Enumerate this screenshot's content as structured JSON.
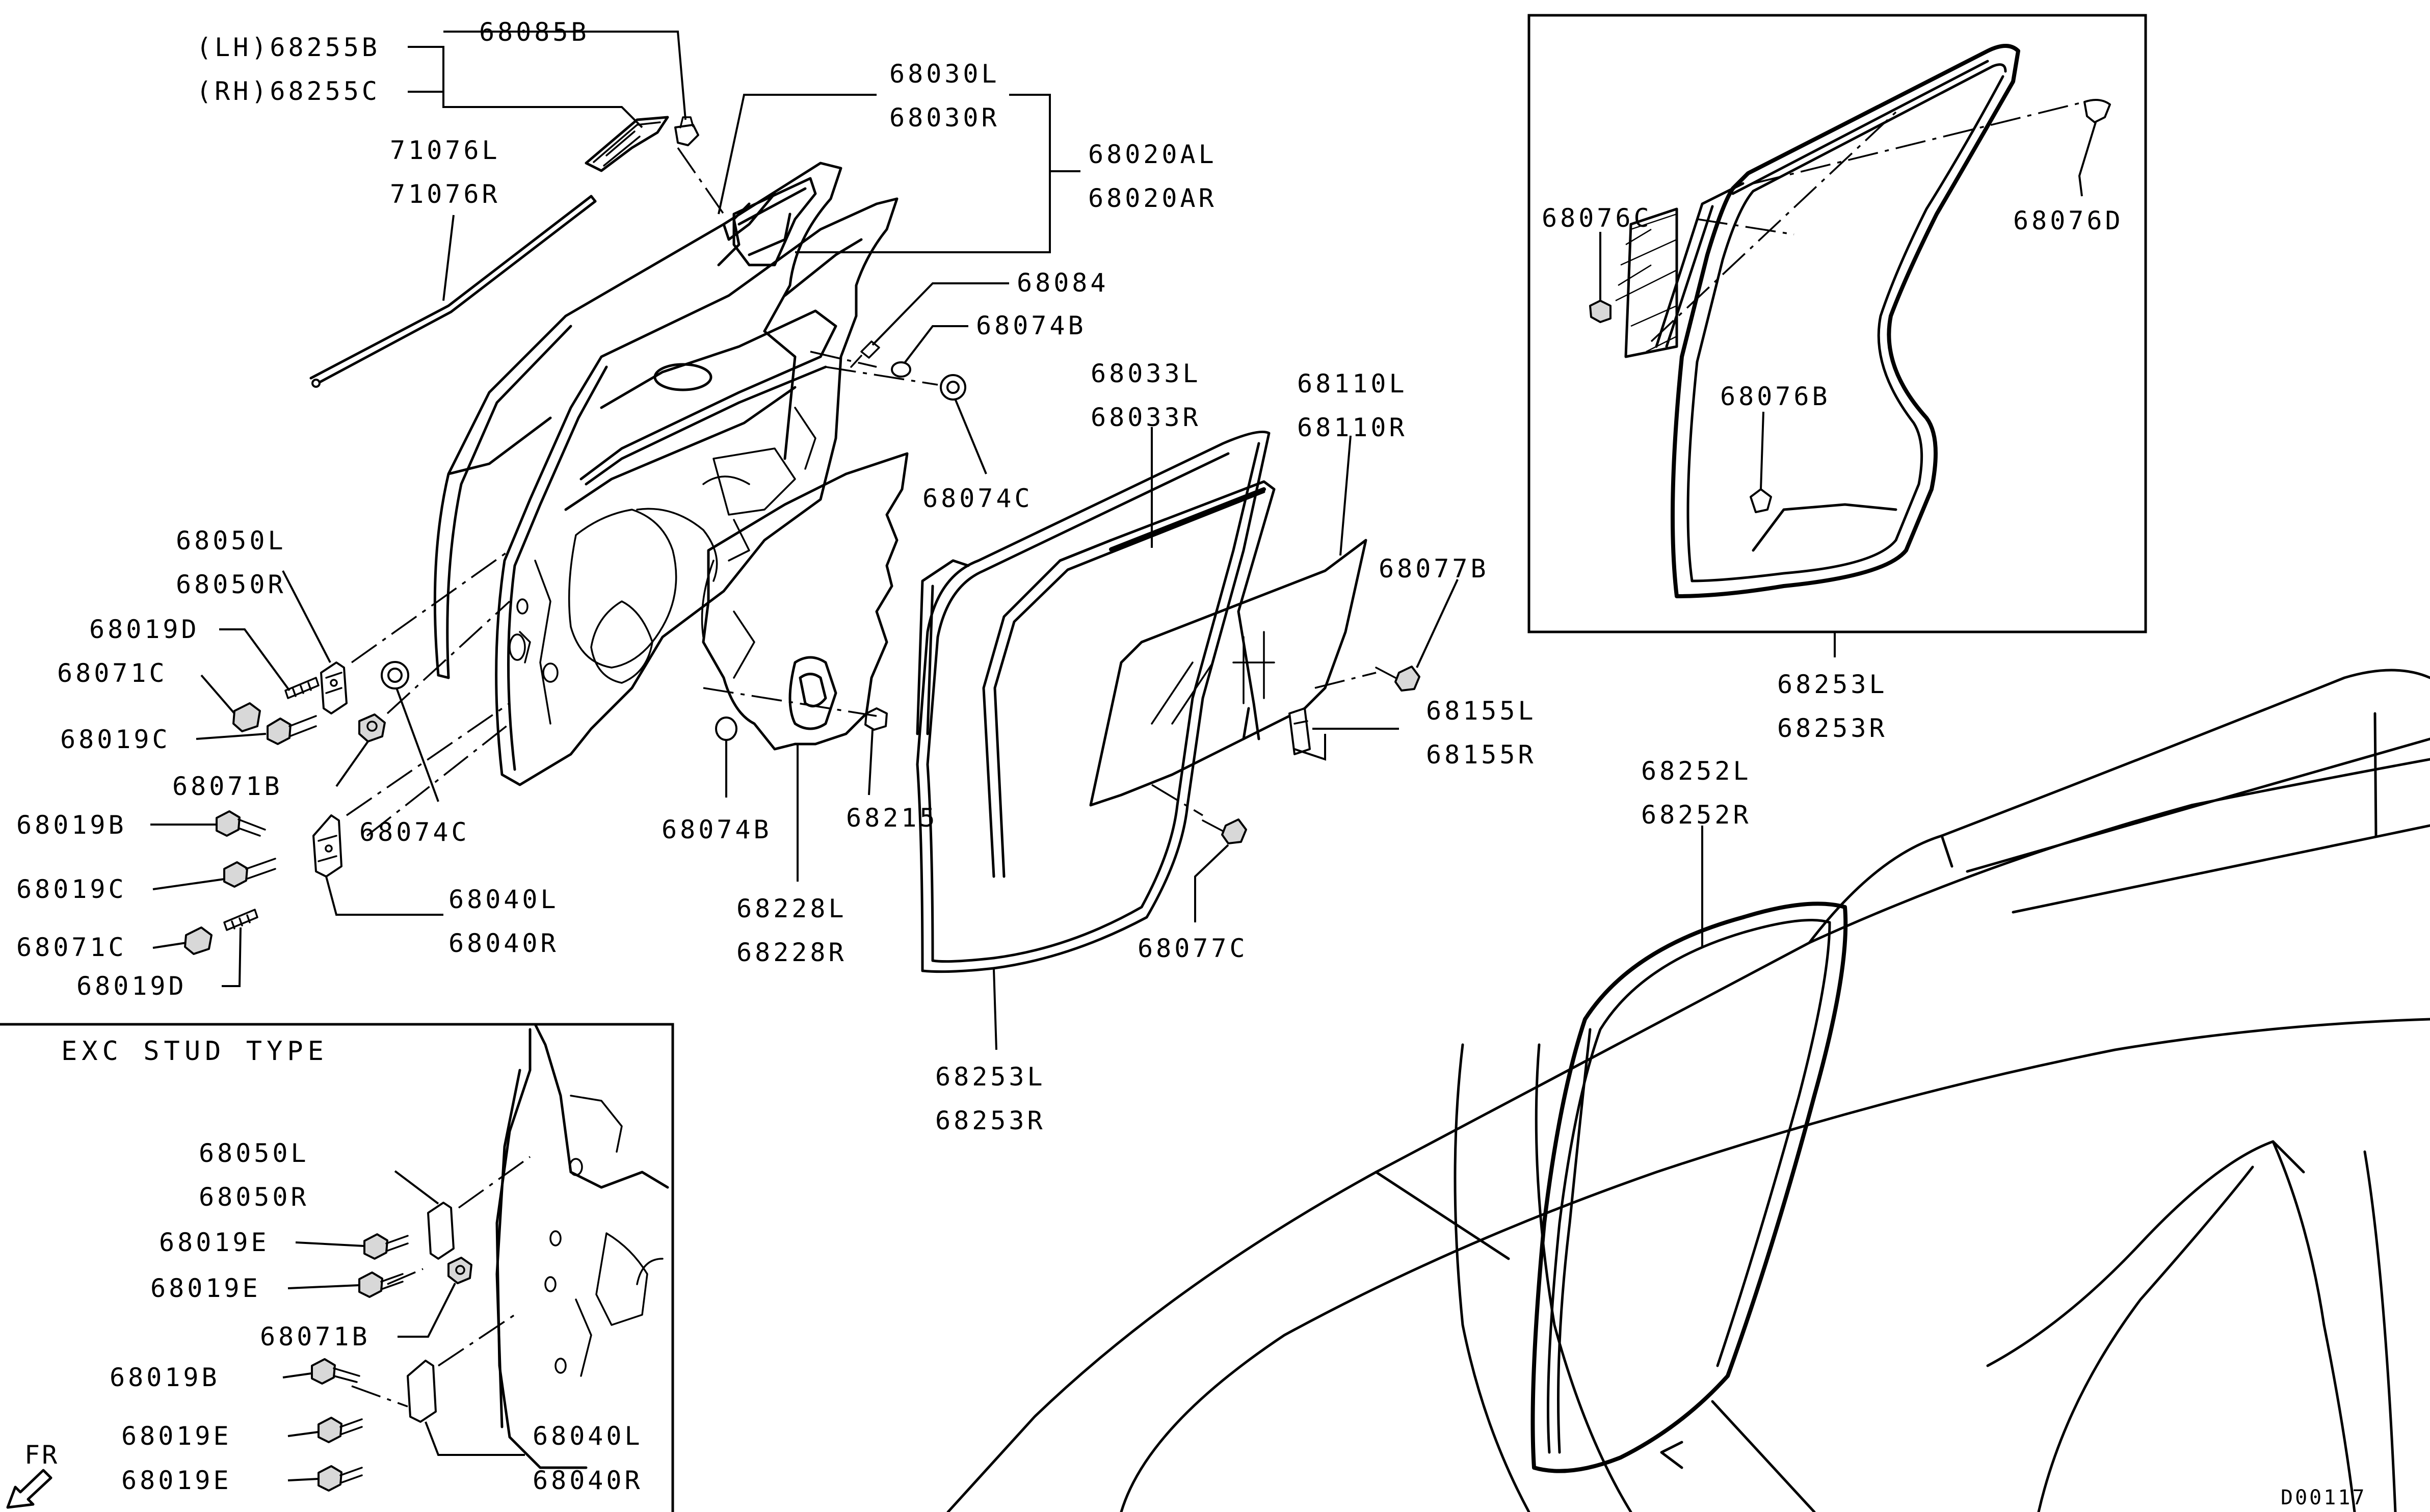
{
  "callouts": {
    "c68255_lh": "(LH)68255B",
    "c68255_rh": "(RH)68255C",
    "c68085b": "68085B",
    "c68030l": "68030L",
    "c68030r": "68030R",
    "c68020al": "68020AL",
    "c68020ar": "68020AR",
    "c71076l": "71076L",
    "c71076r": "71076R",
    "c68084": "68084",
    "c68074b_top": "68074B",
    "c68033l": "68033L",
    "c68033r": "68033R",
    "c68110l": "68110L",
    "c68110r": "68110R",
    "c68074c_right": "68074C",
    "c68050l": "68050L",
    "c68050r": "68050R",
    "c68019d_top": "68019D",
    "c68071c_top": "68071C",
    "c68019c_top": "68019C",
    "c68071b": "68071B",
    "c68077b": "68077B",
    "c68155l": "68155L",
    "c68155r": "68155R",
    "c68074c_left": "68074C",
    "c68074b_bottom": "68074B",
    "c68215": "68215",
    "c68019b": "68019B",
    "c68019c_bottom": "68019C",
    "c68040l": "68040L",
    "c68040r": "68040R",
    "c68071c_bottom": "68071C",
    "c68019d_bottom": "68019D",
    "c68228l": "68228L",
    "c68228r": "68228R",
    "c68077c": "68077C",
    "c68253l_mid": "68253L",
    "c68253r_mid": "68253R",
    "c68076c": "68076C",
    "c68076d": "68076D",
    "c68076b": "68076B",
    "c68253l_box": "68253L",
    "c68253r_box": "68253R",
    "c68252l": "68252L",
    "c68252r": "68252R"
  },
  "inset_exc_stud": {
    "title": "EXC STUD TYPE",
    "c68050l": "68050L",
    "c68050r": "68050R",
    "c68019e_1": "68019E",
    "c68019e_2": "68019E",
    "c68071b": "68071B",
    "c68019b": "68019B",
    "c68019e_3": "68019E",
    "c68040l": "68040L",
    "c68019e_4": "68019E",
    "c68040r": "68040R"
  },
  "front_indicator": "FR",
  "drawing_code": "D00117"
}
